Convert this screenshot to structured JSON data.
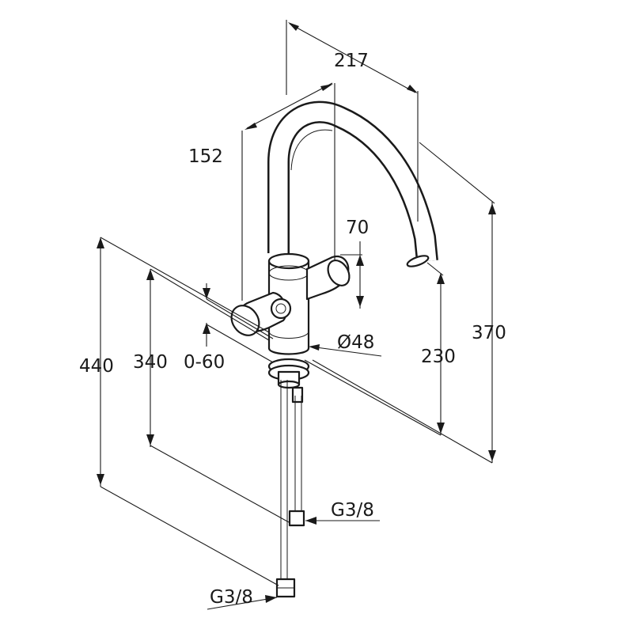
{
  "dimensions": {
    "width_total": "217",
    "reach": "152",
    "handle_height": "70",
    "height_total": "370",
    "spout_clearance": "230",
    "base_diameter": "Ø48",
    "deck_thickness": "0-60",
    "hose_length_short": "340",
    "hose_length_long": "440",
    "connection_upper": "G3/8",
    "connection_lower": "G3/8"
  }
}
